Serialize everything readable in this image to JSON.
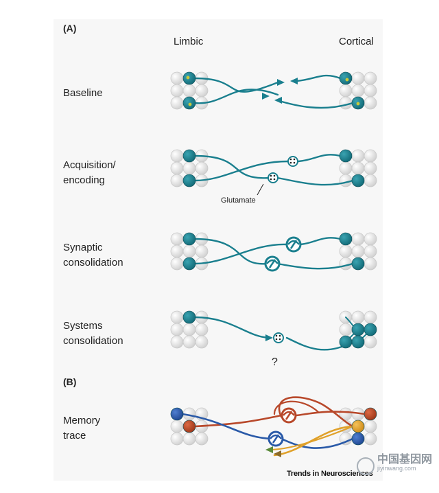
{
  "panel_a": {
    "letter": "(A)"
  },
  "panel_b": {
    "letter": "(B)"
  },
  "columns": {
    "left": "Limbic",
    "right": "Cortical"
  },
  "rows": [
    {
      "label_lines": [
        "Baseline"
      ]
    },
    {
      "label_lines": [
        "Acquisition/",
        "encoding"
      ]
    },
    {
      "label_lines": [
        "Synaptic",
        "consolidation"
      ]
    },
    {
      "label_lines": [
        "Systems",
        "consolidation"
      ]
    },
    {
      "label_lines": [
        "Memory",
        "trace"
      ]
    }
  ],
  "annotations": {
    "glutamate": "Glutamate",
    "unknown_mark": "?"
  },
  "credit": "Trends in Neurosciences",
  "watermark": {
    "cn": "中国基因网",
    "url": "jiyinwang.com"
  },
  "colors": {
    "teal": "#1a7f8e",
    "neuron_grey": "#e4e4e4",
    "neuron_outline": "#c8c8c8",
    "blue": "#2a5aa8",
    "red": "#b8482a",
    "orange": "#e0a12a",
    "green_dot": "#c9c93a"
  }
}
